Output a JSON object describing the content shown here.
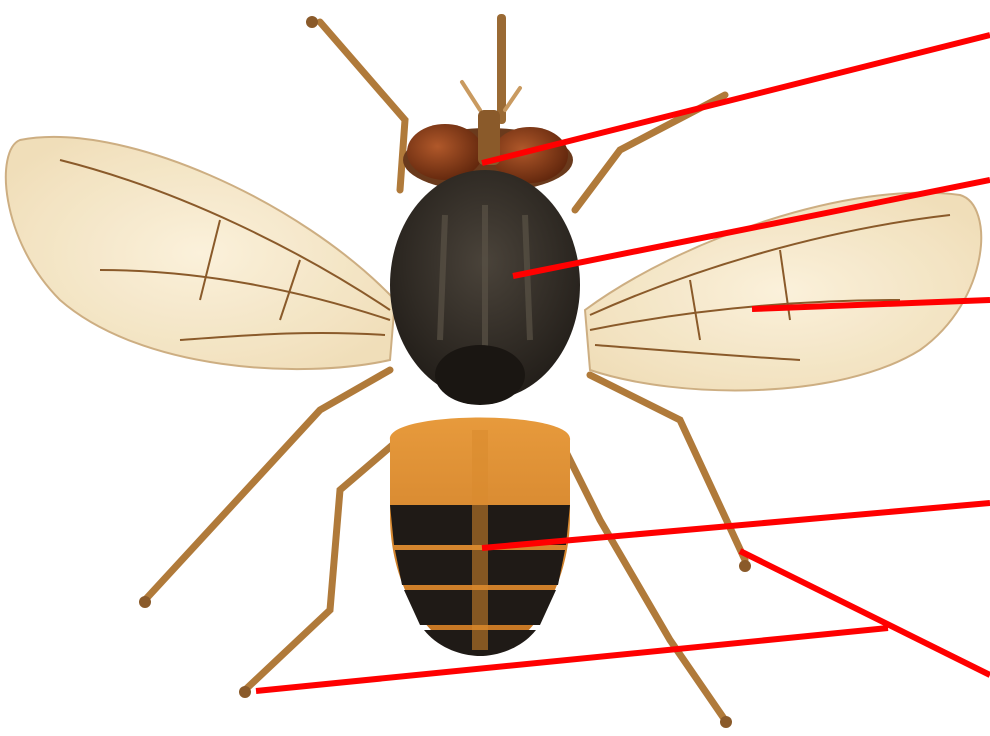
{
  "diagram": {
    "subject": "fly-dorsal-view",
    "label_count": 6,
    "leader_line_color": "#ff0000",
    "body_colors": {
      "eye": "#7a3410",
      "thorax": "#2b2620",
      "abdomen_upper": "#d98a2e",
      "abdomen_band": "#1f1a16",
      "leg": "#b07a3a",
      "wing": "#f4e6c8",
      "wing_vein": "#8a5a2a"
    },
    "leader_targets": [
      "head-eye",
      "thorax",
      "wing",
      "abdomen",
      "tarsus-right",
      "tarsus-left"
    ]
  }
}
